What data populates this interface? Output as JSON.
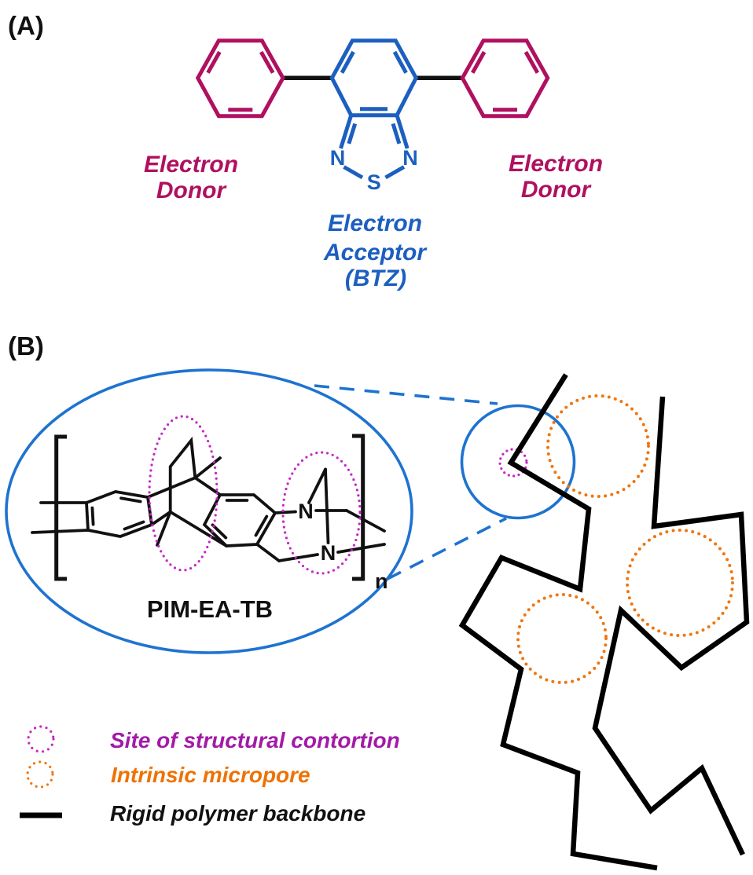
{
  "colors": {
    "magenta": "#b01060",
    "blue_structure": "#1c5fc0",
    "blue_outline": "#1e73cf",
    "purple_dotted": "#c427c4",
    "purple_text": "#a21aa8",
    "orange_dotted": "#f0750c",
    "orange_text": "#ee7203",
    "black": "#111111"
  },
  "panel_a": {
    "label": "(A)",
    "left_donor_label": {
      "line1": "Electron",
      "line2": "Donor"
    },
    "right_donor_label": {
      "line1": "Electron",
      "line2": "Donor"
    },
    "acceptor_label": {
      "line1": "Electron",
      "line2": "Acceptor",
      "line3": "(BTZ)"
    },
    "atoms": {
      "n_left": "N",
      "n_right": "N",
      "s": "S"
    }
  },
  "panel_b": {
    "label": "(B)",
    "polymer_name": "PIM-EA-TB",
    "repeat_subscript": "n",
    "atoms": {
      "n_upper": "N",
      "n_lower": "N"
    },
    "legend": [
      {
        "icon": "magenta-dotted-circle",
        "label": "Site of structural contortion"
      },
      {
        "icon": "orange-dotted-circle",
        "label": "Intrinsic micropore"
      },
      {
        "icon": "black-line",
        "label": "Rigid polymer backbone"
      }
    ]
  }
}
